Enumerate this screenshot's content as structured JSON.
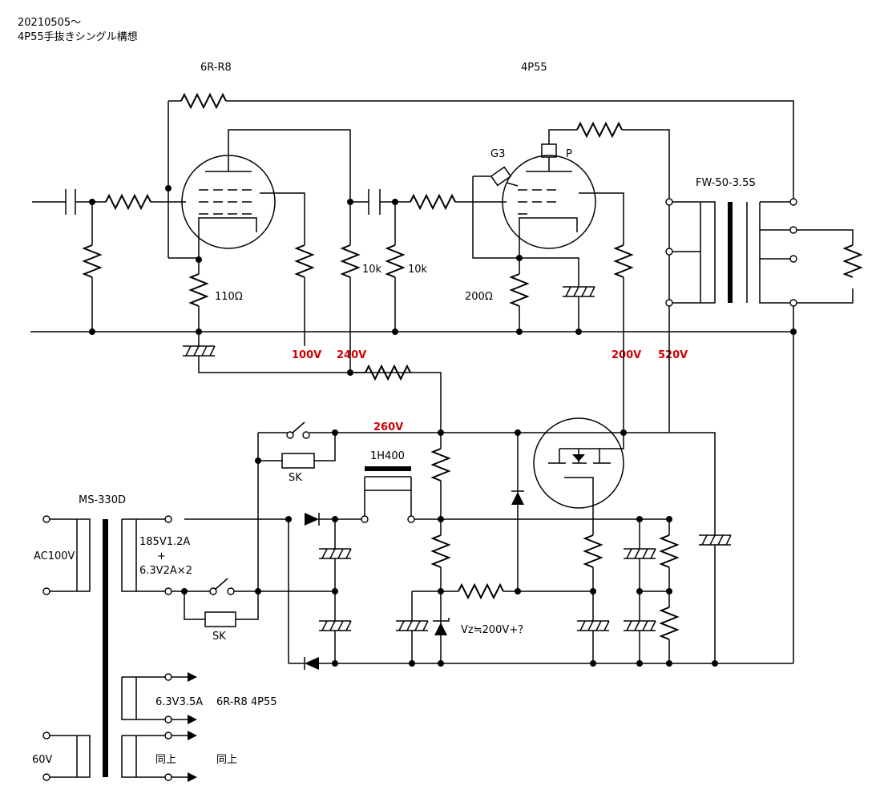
{
  "header": {
    "date": "20210505〜",
    "title": "4P55手抜きシングル構想"
  },
  "labels": {
    "tube1": "6R-R8",
    "tube2": "4P55",
    "g3": "G3",
    "p": "P",
    "output_trans": "FW-50-3.5S",
    "r_110": "110Ω",
    "r_10k_a": "10k",
    "r_10k_b": "10k",
    "r_200": "200Ω",
    "v100": "100V",
    "v240": "240V",
    "v200": "200V",
    "v520": "520V",
    "v260": "260V",
    "choke": "1H400",
    "sk1": "SK",
    "sk2": "SK",
    "power_trans": "MS-330D",
    "ac": "AC100V",
    "sec1": "185V1.2A",
    "sec_plus": "+",
    "sec2": "6.3V2A×2",
    "zener": "Vz≒200V+？",
    "heater": "6.3V3.5A",
    "heater_tubes": "6R-R8 4P55",
    "v60": "60V",
    "same1": "同上",
    "same2": "同上"
  }
}
